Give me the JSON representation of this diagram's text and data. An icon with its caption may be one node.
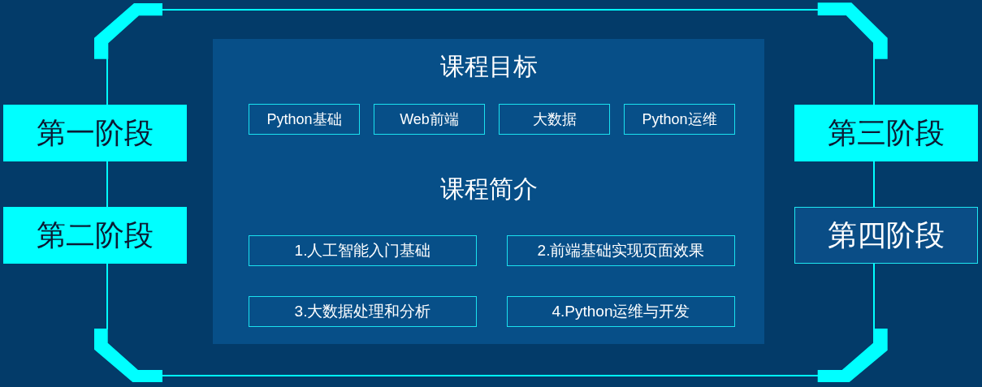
{
  "diagram": {
    "nodes": [
      {
        "text": [
          "课程目标",
          "课程简介"
        ]
      },
      {
        "text": [
          "Python基础"
        ],
        "in": 0
      },
      {
        "text": [
          "Web前端"
        ],
        "in": 0
      },
      {
        "text": [
          "大数据"
        ],
        "in": 0
      },
      {
        "text": [
          "Python运维"
        ],
        "in": 0
      },
      {
        "text": [
          "1.人工智能入门基础"
        ],
        "in": 0
      },
      {
        "text": [
          "2.前端基础实现页面效果"
        ],
        "in": 0
      },
      {
        "text": [
          "3.大数据处理和分析"
        ],
        "in": 0
      },
      {
        "text": [
          "4.Python运维与开发"
        ],
        "in": 0
      },
      {
        "text": [
          "第一阶段"
        ]
      },
      {
        "text": [
          "第二阶段"
        ]
      },
      {
        "text": [
          "第三阶段"
        ]
      },
      {
        "text": [
          "第四阶段"
        ]
      }
    ],
    "edges": [
      {
        "from": 9,
        "to": 10,
        "arrow": "none"
      },
      {
        "from": 11,
        "to": 12,
        "arrow": "none"
      }
    ]
  }
}
